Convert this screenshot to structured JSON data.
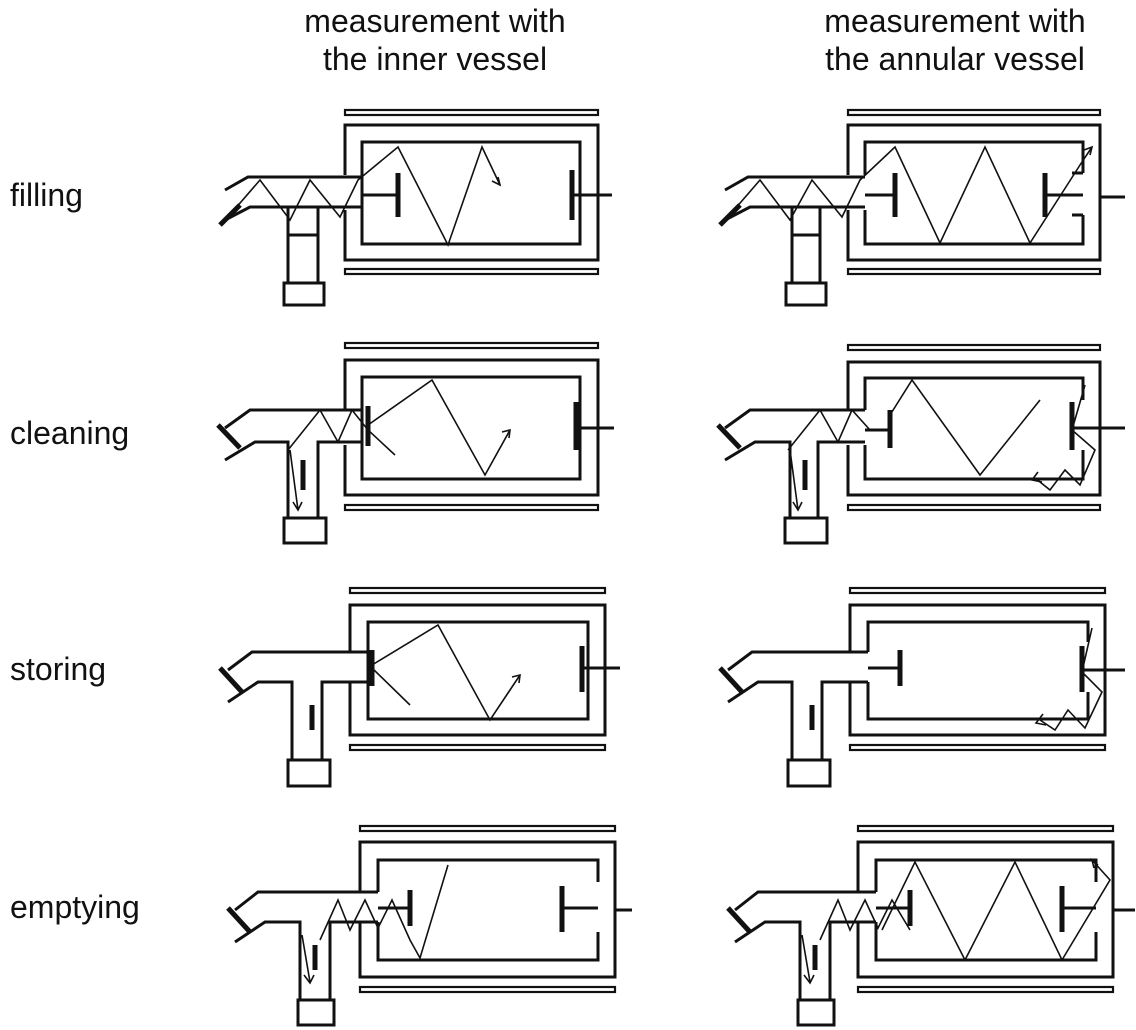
{
  "columns": {
    "inner": "measurement with\nthe inner vessel",
    "annular": "measurement with\nthe annular vessel"
  },
  "rows": {
    "filling": "filling",
    "cleaning": "cleaning",
    "storing": "storing",
    "emptying": "emptying"
  }
}
